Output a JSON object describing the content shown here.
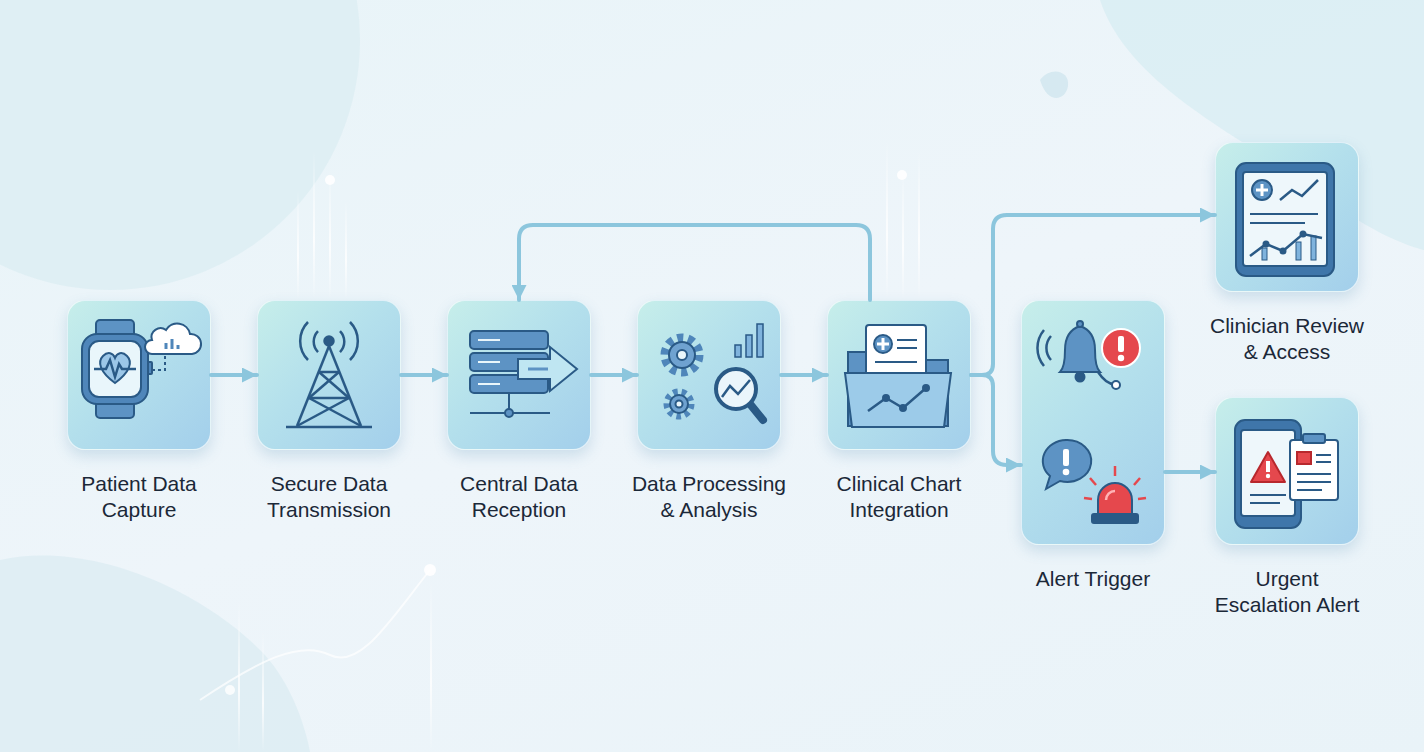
{
  "diagram": {
    "nodes": [
      {
        "text": [
          "Patient Data Capture"
        ]
      },
      {
        "text": [
          "Secure Data Transmission"
        ]
      },
      {
        "text": [
          "Central Data Reception"
        ]
      },
      {
        "text": [
          "Data Processing & Analysis"
        ]
      },
      {
        "text": [
          "Clinical Chart Integration"
        ]
      },
      {
        "text": [
          "Clinician Review & Access"
        ]
      },
      {
        "text": [
          "Alert Trigger"
        ]
      },
      {
        "text": [
          "Urgent Escalation Alert"
        ]
      }
    ],
    "edges": [
      {
        "from": 0,
        "to": 1,
        "arrow": "to"
      },
      {
        "from": 1,
        "to": 2,
        "arrow": "to"
      },
      {
        "from": 2,
        "to": 3,
        "arrow": "to"
      },
      {
        "from": 3,
        "to": 4,
        "arrow": "to"
      },
      {
        "from": 4,
        "to": 2,
        "arrow": "to"
      },
      {
        "from": 4,
        "to": 5,
        "arrow": "to"
      },
      {
        "from": 4,
        "to": 6,
        "arrow": "to"
      },
      {
        "from": 6,
        "to": 7,
        "arrow": "to"
      }
    ]
  }
}
